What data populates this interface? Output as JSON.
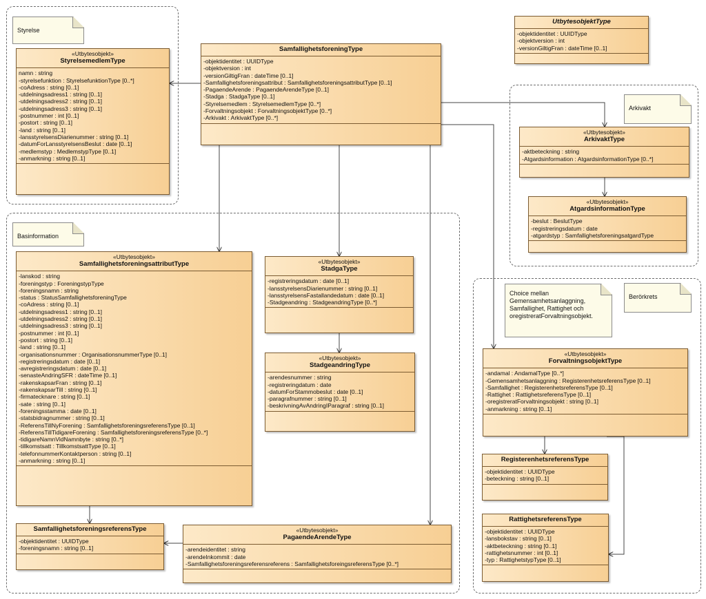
{
  "packages": {
    "styrelse": "Styrelse",
    "basinformation": "Basinformation",
    "arkivakt": "Arkivakt",
    "berorkrets": "Berörkrets"
  },
  "choice_note": "Choice mellan\nGemensamhetsanlaggning,\nSamfallighet, Rattighet och\noregistreratForvaltningsobjekt.",
  "classes": {
    "styrelsemedlem": {
      "stereotype": "«Utbytesobjekt»",
      "name": "StyrelsemedlemType",
      "attributes": [
        "namn : string",
        "-styrelsefunktion : StyrelsefunktionType [0..*]",
        "-coAdress : string [0..1]",
        "-utdelningsadress1 : string [0..1]",
        "-utdelningsadress2 : string [0..1]",
        "-utdelningsadress3 : string [0..1]",
        "-postnummer : int [0..1]",
        "-postort : string [0..1]",
        "-land : string [0..1]",
        "-lansstyrelsensDiarienummer : string [0..1]",
        "-datumForLansstyrelsensBeslut : date [0..1]",
        "-medlemstyp : MedlemstypType [0..1]",
        "-anmarkning : string [0..1]"
      ]
    },
    "samfallighetsforening": {
      "stereotype": "",
      "name": "SamfallighetsforeningType",
      "attributes": [
        "-objektidentitet : UUIDType",
        "-objektversion : int",
        "-versionGiltigFran : dateTime [0..1]",
        "-Samfallighetsforeningsattribut : SamfallighetsforeningsattributType [0..1]",
        "-PagaendeArende : PagaendeArendeType [0..1]",
        "-Stadga : StadgaType [0..1]",
        "-Styrelsemedlem : StyrelsemedlemType [0..*]",
        "-Forvaltningsobjekt : ForvaltningsobjektType [0..*]",
        "-Arkivakt : ArkivaktType [0..*]"
      ]
    },
    "utbytesobjekt": {
      "stereotype": "",
      "name": "UtbytesobjektType",
      "attributes": [
        "-objektidentitet : UUIDType",
        "-objektversion : int",
        "-versionGiltigFran : dateTime [0..1]"
      ]
    },
    "arkivakt": {
      "stereotype": "«Utbytesobjekt»",
      "name": "ArkivaktType",
      "attributes": [
        "-aktbeteckning : string",
        "-Atgardsinformation : AtgardsinformationType [0..*]"
      ]
    },
    "atgardsinformation": {
      "stereotype": "«Utbytesobjekt»",
      "name": "AtgardsinformationType",
      "attributes": [
        "-beslut : BeslutType",
        "-registreringsdatum : date",
        "-atgardstyp : SamfallighetsforeningsatgardType"
      ]
    },
    "attribut": {
      "stereotype": "«Utbytesobjekt»",
      "name": "SamfallighetsforeningsattributType",
      "attributes": [
        "-lanskod : string",
        "-foreningstyp : ForeningstypType",
        "-foreningsnamn : string",
        "-status : StatusSamfallighetsforeningType",
        "-coAdress : string [0..1]",
        "-utdelningsadress1 : string [0..1]",
        "-utdelningsadress2 : string [0..1]",
        "-utdelningsadress3 : string [0..1]",
        "-postnummer : int [0..1]",
        "-postort : string [0..1]",
        "-land : string [0..1]",
        "-organisationsnummer : OrganisationsnummerType [0..1]",
        "-registreringsdatum : date [0..1]",
        "-avregistreringsdatum : date [0..1]",
        "-senasteAndringSFR : dateTime [0..1]",
        "-rakenskapsarFran : string [0..1]",
        "-rakenskapsarTill : string [0..1]",
        "-firmatecknare : string [0..1]",
        "-sate : string [0..1]",
        "-foreningsstamma : date [0..1]",
        "-statsbidragnummer : string [0..1]",
        "-ReferensTillNyForening : SamfallighetsforeningsreferensType [0..1]",
        "-ReferensTillTidigareForening : SamfallighetsforeningsreferensType [0..*]",
        "-tidigareNamnVidNamnbyte : string [0..*]",
        "-tillkomstsatt : TillkomstsattType [0..1]",
        "-telefonnummerKontaktperson : string [0..1]",
        "-anmarkning : string [0..1]"
      ]
    },
    "stadga": {
      "stereotype": "«Utbytesobjekt»",
      "name": "StadgaType",
      "attributes": [
        "-registreringsdatum : date [0..1]",
        "-lansstyrelsensDiarienummer : string [0..1]",
        "-lansstyrelsensFastallandedatum : date [0..1]",
        "-Stadgeandring : StadgeandringType [0..*]"
      ]
    },
    "stadgeandring": {
      "stereotype": "«Utbytesobjekt»",
      "name": "StadgeandringType",
      "attributes": [
        "-arendesnummer : string",
        "-registreringdatum : date",
        "-datumForStammobeslut : date [0..1]",
        "-paragrafnummer : string [0..1]",
        "-beskrivningAvAndringIParagraf : string [0..1]"
      ]
    },
    "forvaltningsobjekt": {
      "stereotype": "«Utbytesobjekt»",
      "name": "ForvaltningsobjektType",
      "attributes": [
        "-andamal : AndamalType [0..*]",
        "-Gemensamhetsanlaggning : RegisterenhetsreferensType [0..1]",
        "-Samfallighet : RegisterenhetsreferensType [0..1]",
        "-Rattighet : RattighetsreferensType [0..1]",
        "-oregistreratForvaltningsobjekt : string [0..1]",
        "-anmarkning : string [0..1]"
      ]
    },
    "registerenhetsreferens": {
      "stereotype": "",
      "name": "RegisterenhetsreferensType",
      "attributes": [
        "-objektidentitet : UUIDType",
        "-beteckning : string [0..1]"
      ]
    },
    "rattighetsreferens": {
      "stereotype": "",
      "name": "RattighetsreferensType",
      "attributes": [
        "-objektidentitet : UUIDType",
        "-lansbokstav : string [0..1]",
        "-aktbeteckning : string [0..1]",
        "-rattighetsnummer : int [0..1]",
        "-typ : RattighetstypType [0..1]"
      ]
    },
    "foreningsreferens": {
      "stereotype": "",
      "name": "SamfallighetsforeningsreferensType",
      "attributes": [
        "-objektidentitet : UUIDType",
        "-foreningsnamn : string [0..1]"
      ]
    },
    "pagaendearende": {
      "stereotype": "«Utbytesobjekt»",
      "name": "PagaendeArendeType",
      "attributes": [
        "-arendeidentitet : string",
        "-arendeInkommit : date",
        "-Samfallighetsforeningsreferensreferens : SamfallighetsforeingsreferensType [0..*]"
      ]
    }
  }
}
